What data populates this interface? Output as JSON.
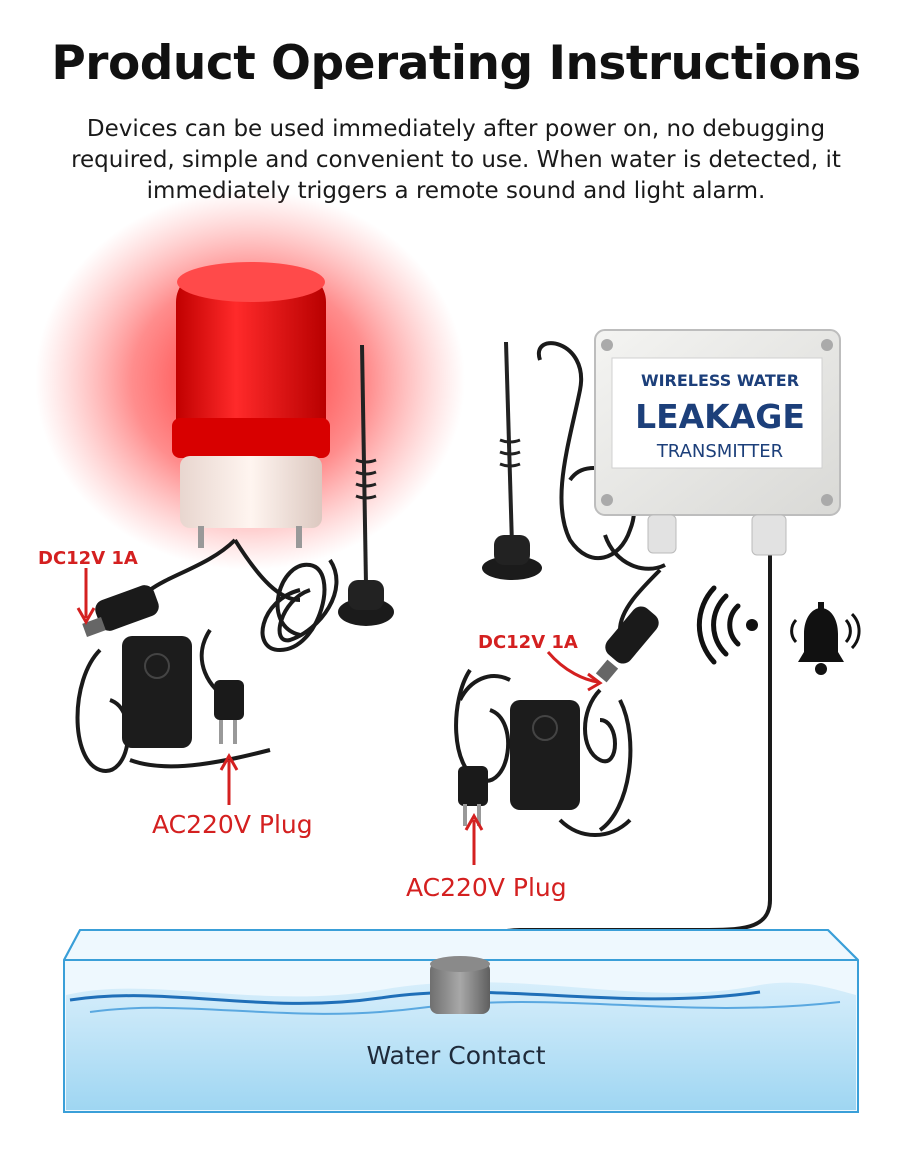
{
  "header": {
    "title": "Product Operating Instructions",
    "description_lines": [
      "Devices can be used immediately after power on, no debugging",
      "required, simple and convenient to use. When water is detected, it",
      "immediately triggers a remote sound and light alarm."
    ]
  },
  "left_setup": {
    "power_label": "DC12V 1A",
    "plug_label": "AC220V Plug"
  },
  "transmitter": {
    "line1": "WIRELESS WATER",
    "line2": "LEAKAGE",
    "line3": "TRANSMITTER"
  },
  "right_setup": {
    "power_label": "DC12V 1A",
    "plug_label": "AC220V Plug"
  },
  "water": {
    "label": "Water Contact"
  },
  "colors": {
    "accent_red": "#d42020",
    "alarm_red": "#e01010",
    "water_blue": "#8fd0f0",
    "text_dark": "#111111"
  },
  "icons": [
    "signal-waves-icon",
    "bell-icon",
    "arrow-up-icon",
    "arrow-down-icon"
  ]
}
